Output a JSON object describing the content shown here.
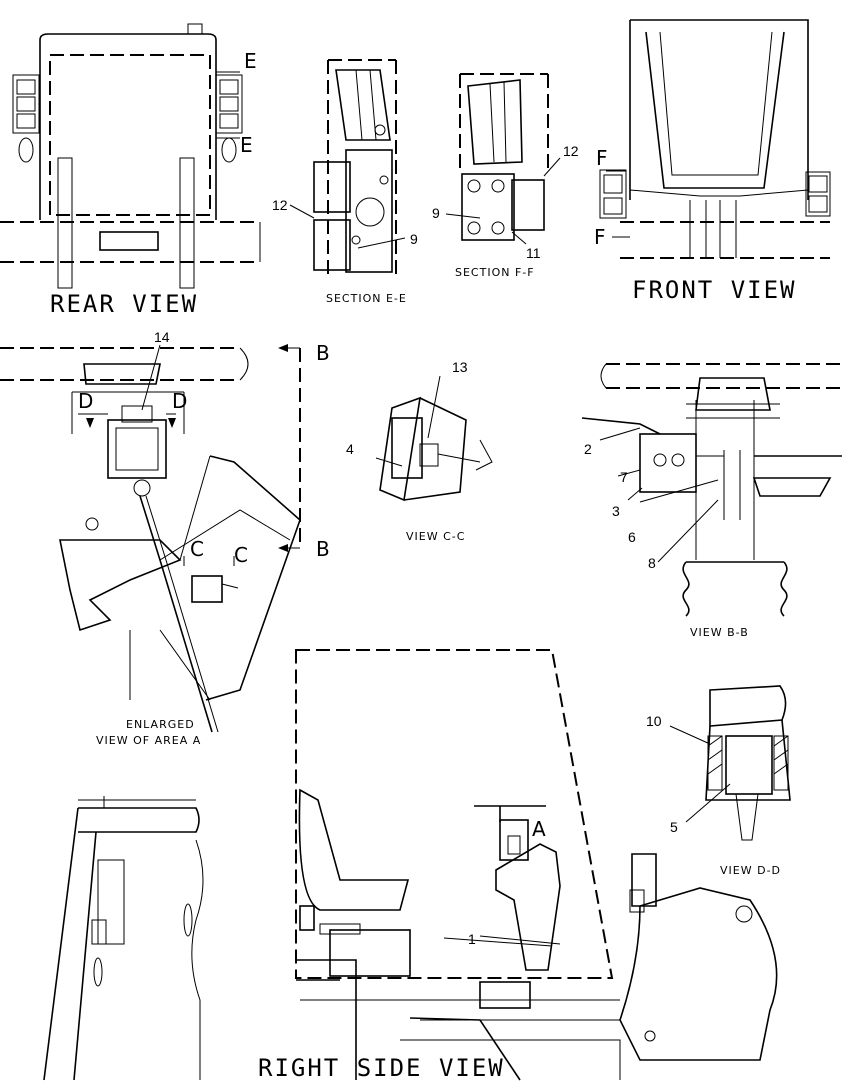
{
  "views": {
    "rear_view": "REAR VIEW",
    "section_e": "SECTION E-E",
    "section_f": "SECTION F-F",
    "front_view": "FRONT VIEW",
    "enlarged_line1": "ENLARGED",
    "enlarged_line2": "VIEW OF AREA A",
    "view_c": "VIEW C-C",
    "view_b": "VIEW B-B",
    "view_d": "VIEW D-D",
    "right_side": "RIGHT SIDE VIEW"
  },
  "section_letters": {
    "e": "E",
    "f": "F",
    "b": "B",
    "c": "C",
    "d": "D",
    "a": "A"
  },
  "callouts": {
    "c1": "1",
    "c2": "2",
    "c3": "3",
    "c4": "4",
    "c5": "5",
    "c6": "6",
    "c7": "7",
    "c8": "8",
    "c9": "9",
    "c10": "10",
    "c11": "11",
    "c12": "12",
    "c13": "13",
    "c14": "14"
  }
}
